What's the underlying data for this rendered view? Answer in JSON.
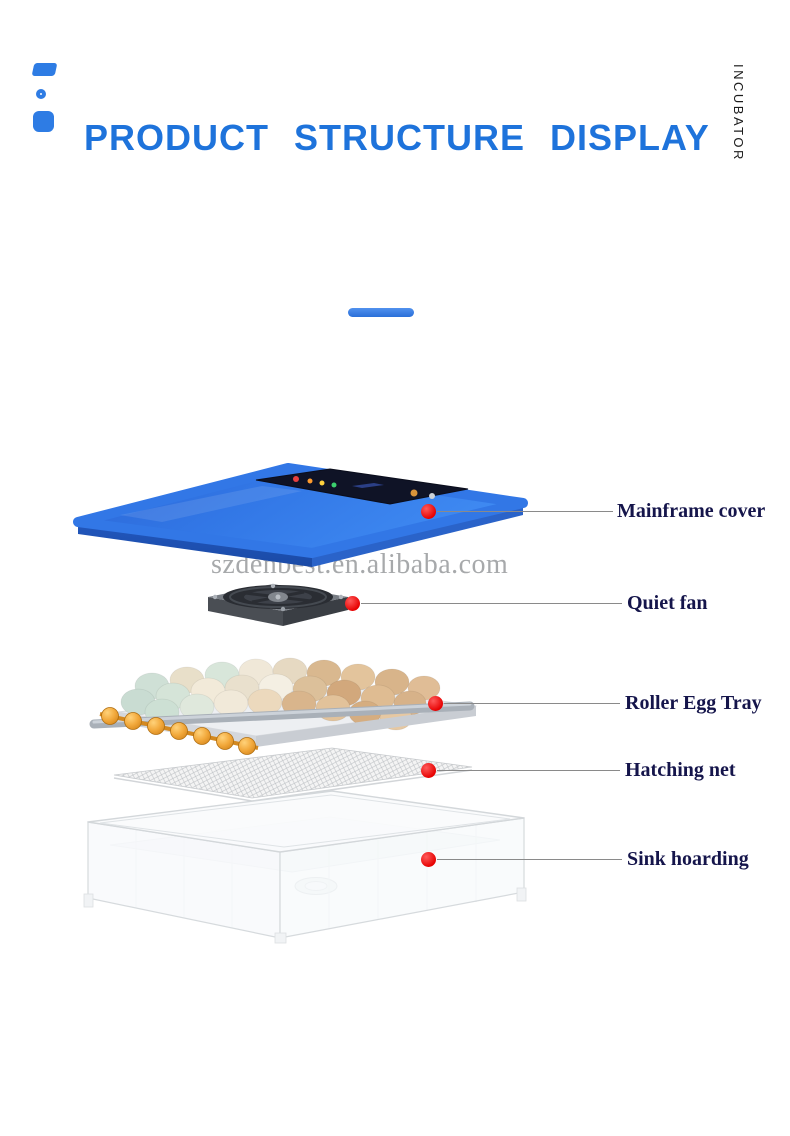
{
  "page": {
    "title": "PRODUCT STRUCTURE DISPLAY",
    "side_label": "INCUBATOR",
    "watermark": "szdenbest.en.alibaba.com"
  },
  "callouts": [
    {
      "label": "Mainframe cover"
    },
    {
      "label": "Quiet fan"
    },
    {
      "label": "Roller Egg Tray"
    },
    {
      "label": "Hatching net"
    },
    {
      "label": "Sink hoarding"
    }
  ],
  "colors": {
    "title_blue": "#1E73DB",
    "accent_blue": "#2E7CE4",
    "cover_blue": "#3277E6",
    "callout_dot_red": "#E60000",
    "label_text_navy": "#15154B",
    "roller_orange": "#F2A93C",
    "watermark_gray": "#A7A9AB"
  }
}
